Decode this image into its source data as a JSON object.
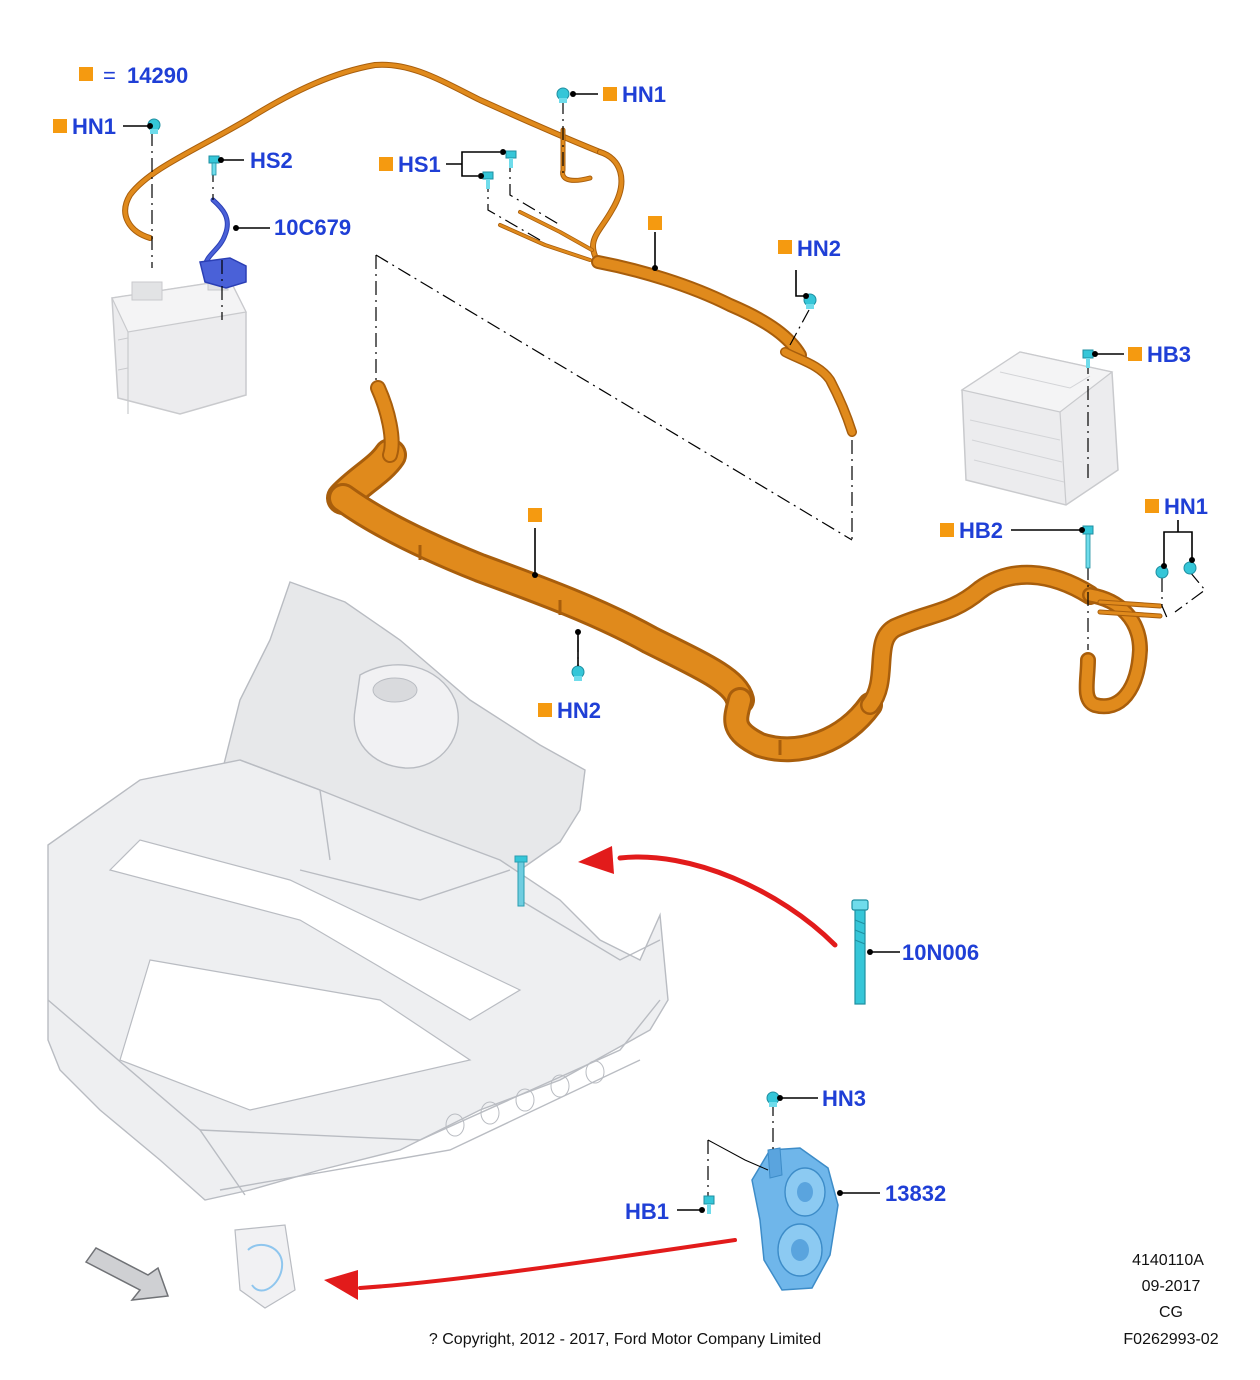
{
  "colors": {
    "callout_text": "#1f3fd6",
    "marker": "#f59a10",
    "harness": "#e08a1c",
    "harness_dark": "#a85e0c",
    "fastener": "#35c6d8",
    "clip_blue": "#4a61d8",
    "horn": "#6fb6ea",
    "arrow": "#e21b1b",
    "body_gray": "#e7e8ea"
  },
  "legend": {
    "equals": "=",
    "part": "14290"
  },
  "callouts": {
    "hn1_top_left": "HN1",
    "hs2": "HS2",
    "c10c679": "10C679",
    "hs1": "HS1",
    "hn1_top": "HN1",
    "hn2_upper": "HN2",
    "hb3": "HB3",
    "hn1_right": "HN1",
    "hb2": "HB2",
    "hn2_lower": "HN2",
    "n10n006": "10N006",
    "hn3": "HN3",
    "p13832": "13832",
    "hb1": "HB1"
  },
  "info": {
    "code": "4140110A",
    "date": "09-2017",
    "initials": "CG",
    "figure_id": "F0262993-02",
    "copyright": "? Copyright, 2012 - 2017, Ford Motor Company Limited"
  }
}
